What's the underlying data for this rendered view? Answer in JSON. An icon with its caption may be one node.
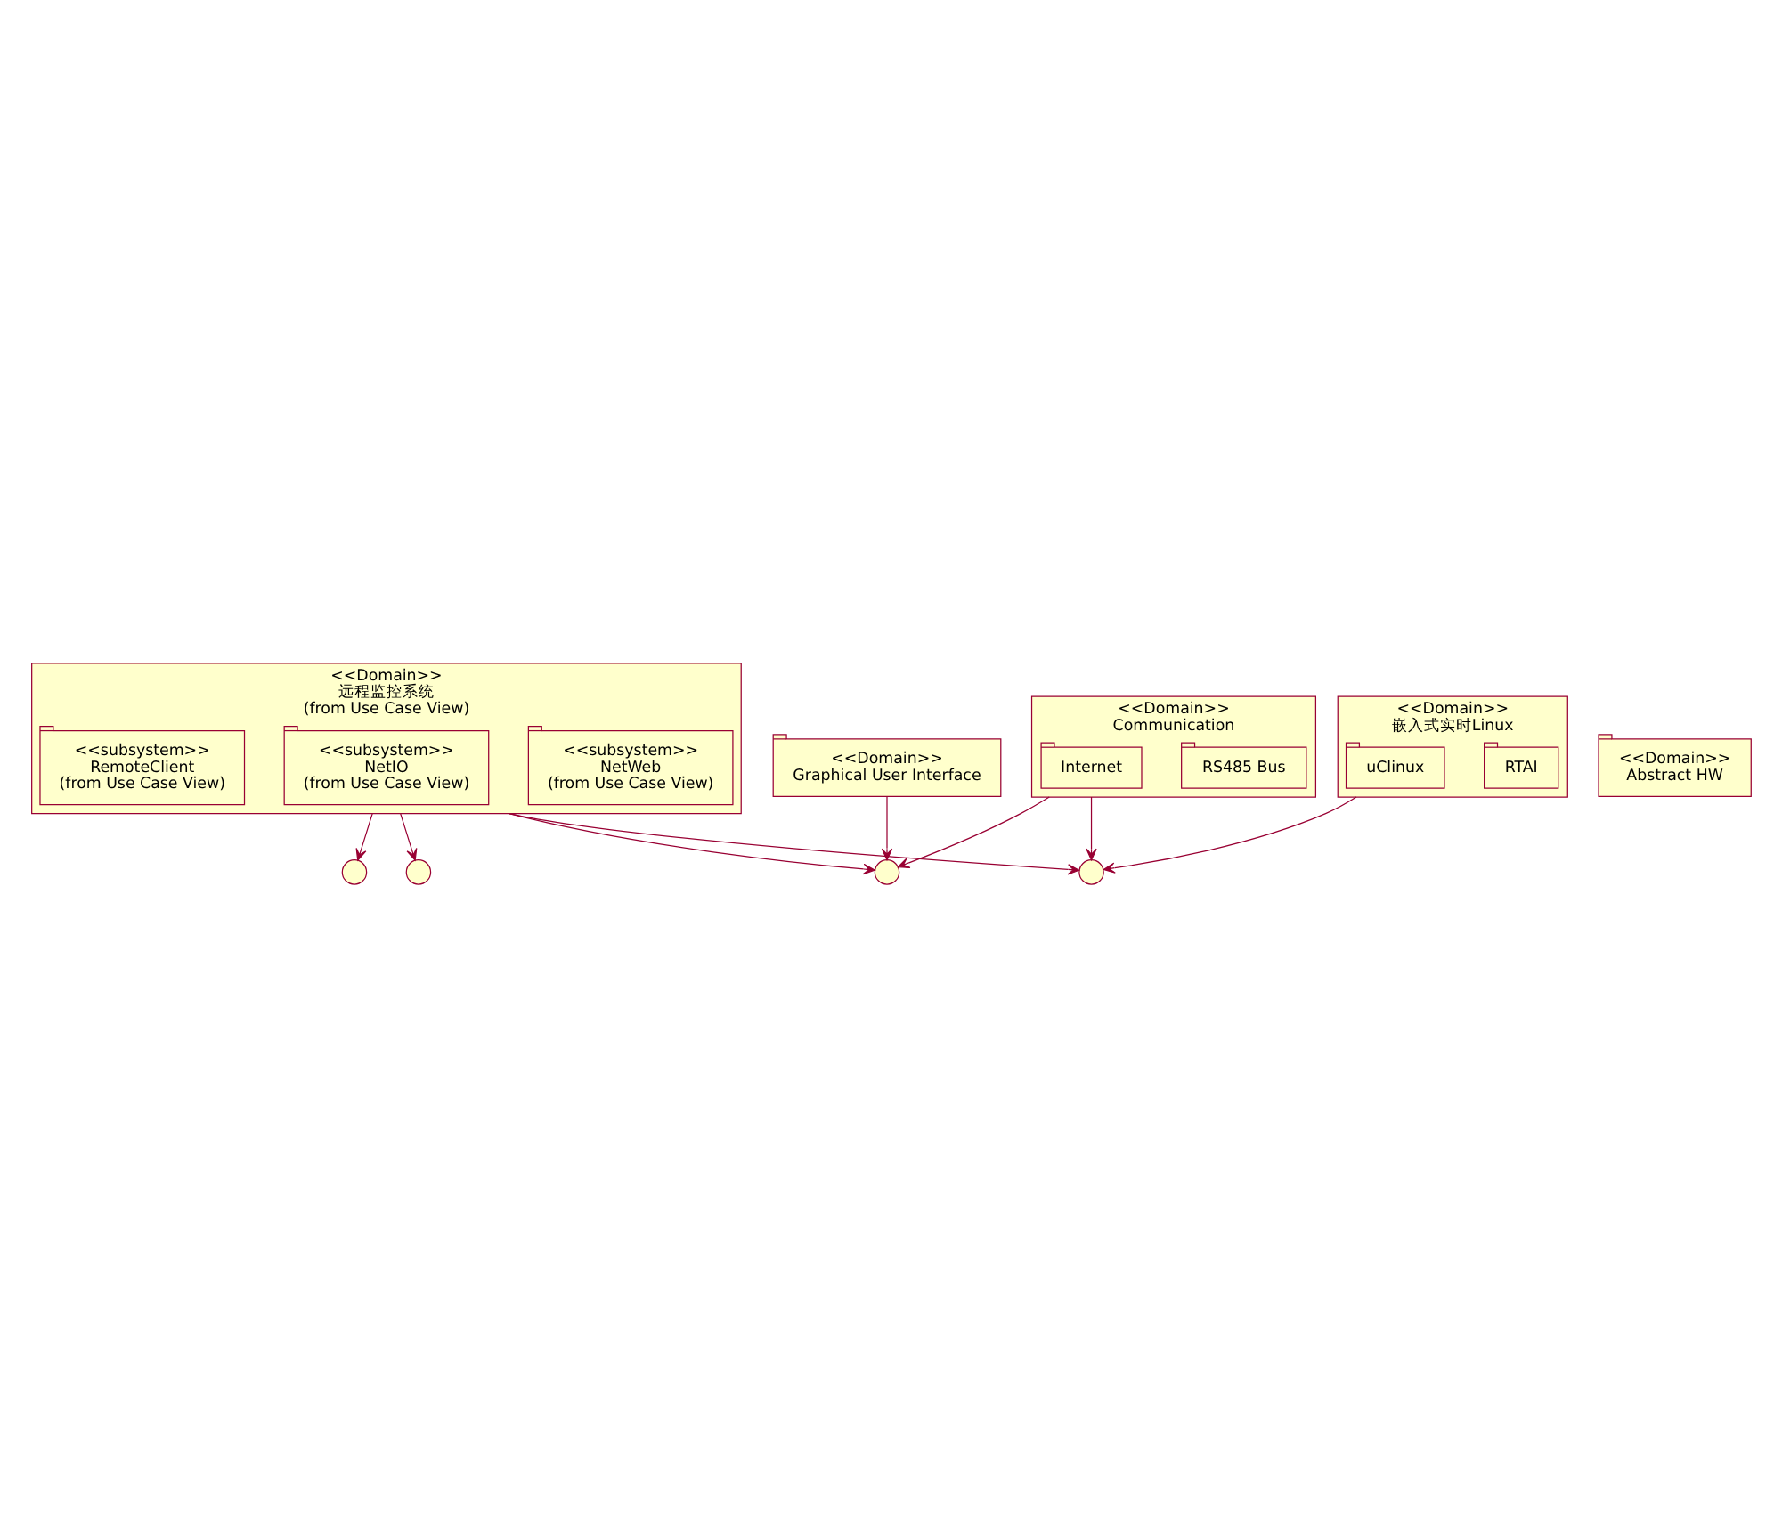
{
  "diagram": {
    "nodes": [
      {
        "text": [
          "<<Domain>>",
          "远程监控系统",
          "(from Use Case View)"
        ]
      },
      {
        "text": [
          "<<subsystem>>",
          "NetWeb",
          "(from Use Case View)"
        ],
        "in": 0
      },
      {
        "text": [
          "<<subsystem>>",
          "NetIO",
          "(from Use Case View)"
        ],
        "in": 0
      },
      {
        "text": [
          "<<subsystem>>",
          "RemoteClient",
          "(from Use Case View)"
        ],
        "in": 0
      },
      {
        "text": [],
        "shape": "circle"
      },
      {
        "text": [
          "<<Domain>>",
          "Graphical User Interface"
        ]
      },
      {
        "text": [],
        "shape": "circle"
      },
      {
        "text": [
          "<<Domain>>",
          "Communication"
        ]
      },
      {
        "text": [
          "RS485 Bus"
        ],
        "in": 7
      },
      {
        "text": [
          "Internet"
        ],
        "in": 7
      },
      {
        "text": [],
        "shape": "circle"
      },
      {
        "text": [
          "<<Domain>>",
          "嵌入式实时Linux"
        ]
      },
      {
        "text": [
          "RTAI"
        ],
        "in": 11
      },
      {
        "text": [
          "uClinux"
        ],
        "in": 11
      },
      {
        "text": [],
        "shape": "circle"
      },
      {
        "text": [
          "<<Domain>>",
          "Abstract HW"
        ]
      }
    ],
    "edges": [
      {
        "from": 0,
        "to": 4,
        "arrow": "to"
      },
      {
        "from": 0,
        "to": 6,
        "arrow": "to"
      },
      {
        "from": 0,
        "to": 14,
        "arrow": "to"
      },
      {
        "from": 0,
        "to": 10,
        "arrow": "to"
      },
      {
        "from": 5,
        "to": 10,
        "arrow": "to"
      },
      {
        "from": 7,
        "to": 10,
        "arrow": "to"
      },
      {
        "from": 7,
        "to": 14,
        "arrow": "to"
      },
      {
        "from": 11,
        "to": 14,
        "arrow": "to"
      }
    ]
  }
}
